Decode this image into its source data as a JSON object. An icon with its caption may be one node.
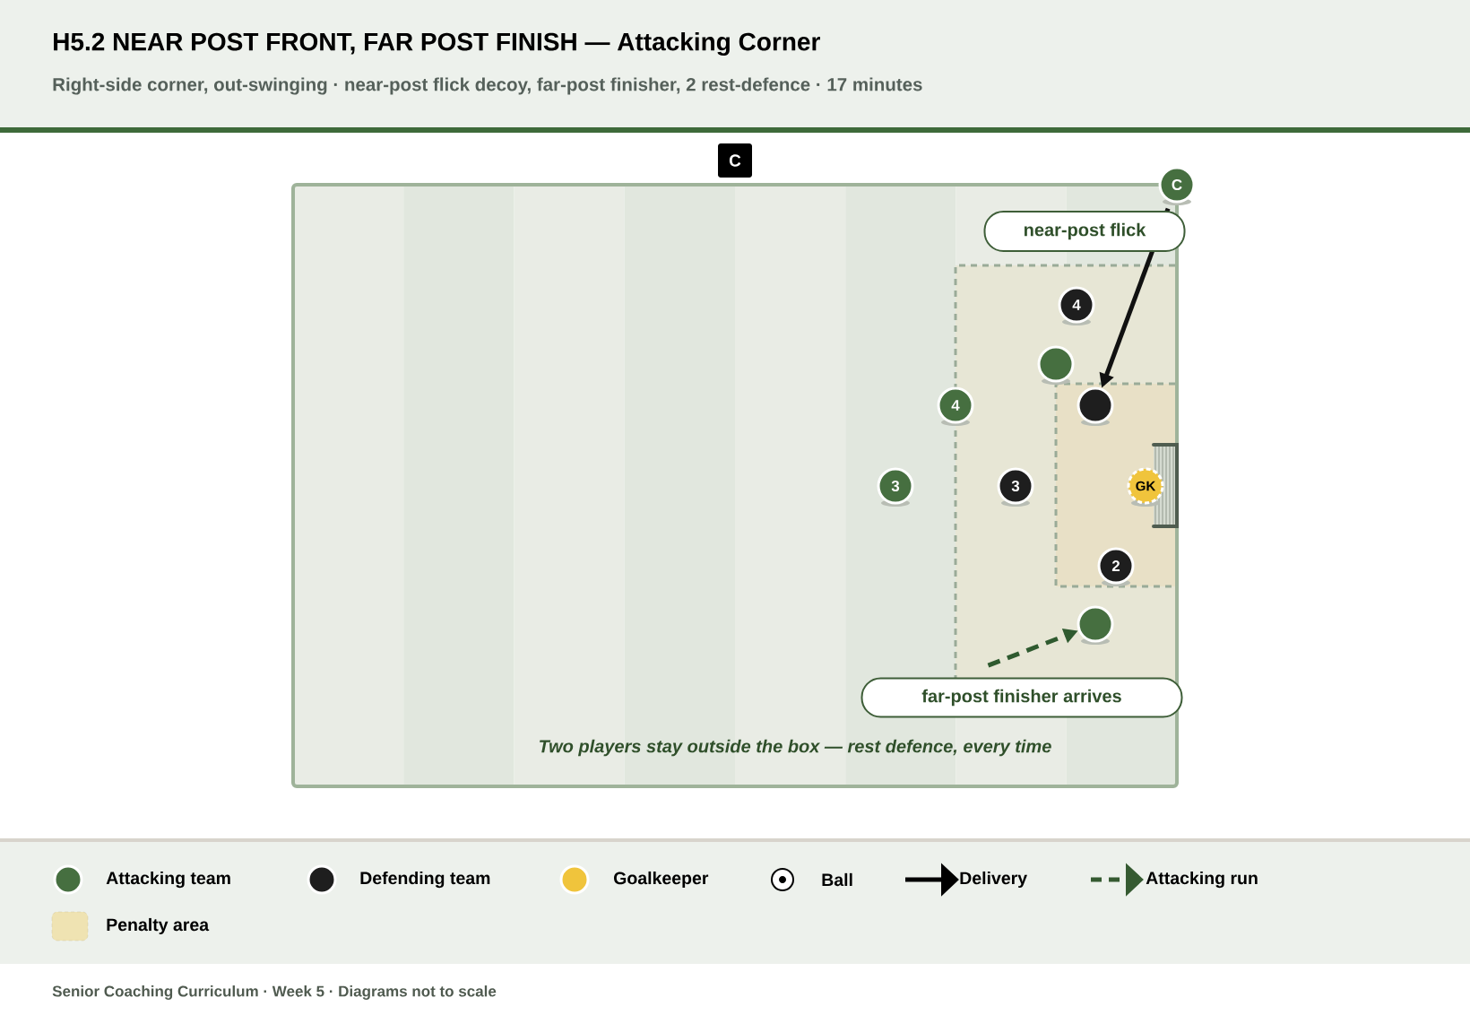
{
  "diagram": {
    "title": "H5.2 NEAR POST FRONT, FAR POST FINISH — Attacking Corner",
    "nodes": [
      {
        "text": [
          "C"
        ]
      },
      {
        "text": [
          "C"
        ]
      },
      {
        "text": [
          "4"
        ]
      },
      {
        "text": [],
        "shape": "circle"
      },
      {
        "text": [
          "4"
        ]
      },
      {
        "text": [],
        "shape": "circle"
      },
      {
        "text": [
          "3"
        ]
      },
      {
        "text": [
          "3"
        ]
      },
      {
        "text": [
          "GK"
        ]
      },
      {
        "text": [
          "2"
        ]
      },
      {
        "text": [],
        "shape": "circle"
      }
    ],
    "edges": [
      {
        "from": 1,
        "to": 5,
        "arrow": "to",
        "label": "near-post flick"
      },
      {
        "from": null,
        "to": 10,
        "arrow": "to",
        "label": "far-post finisher arrives",
        "style": "dashed",
        "color": "#2f5a2f"
      }
    ],
    "labels": [
      "Right-side corner, out-swinging · near-post flick decoy, far-post finisher, 2 rest-defence · 17 minutes",
      "Two players stay outside the box — rest defence, every time",
      "Senior Coaching Curriculum · Week 5 · Diagrams not to scale"
    ],
    "legend": [
      {
        "text": "Attacking team",
        "color": "#466f40"
      },
      {
        "text": "Defending team",
        "color": "#1e1e1e"
      },
      {
        "text": "Goalkeeper",
        "color": "#f0c43c"
      },
      {
        "text": "Ball"
      },
      {
        "text": "Delivery"
      },
      {
        "text": "Attacking run"
      },
      {
        "text": "Penalty area",
        "color": "#efe3b2"
      }
    ]
  }
}
